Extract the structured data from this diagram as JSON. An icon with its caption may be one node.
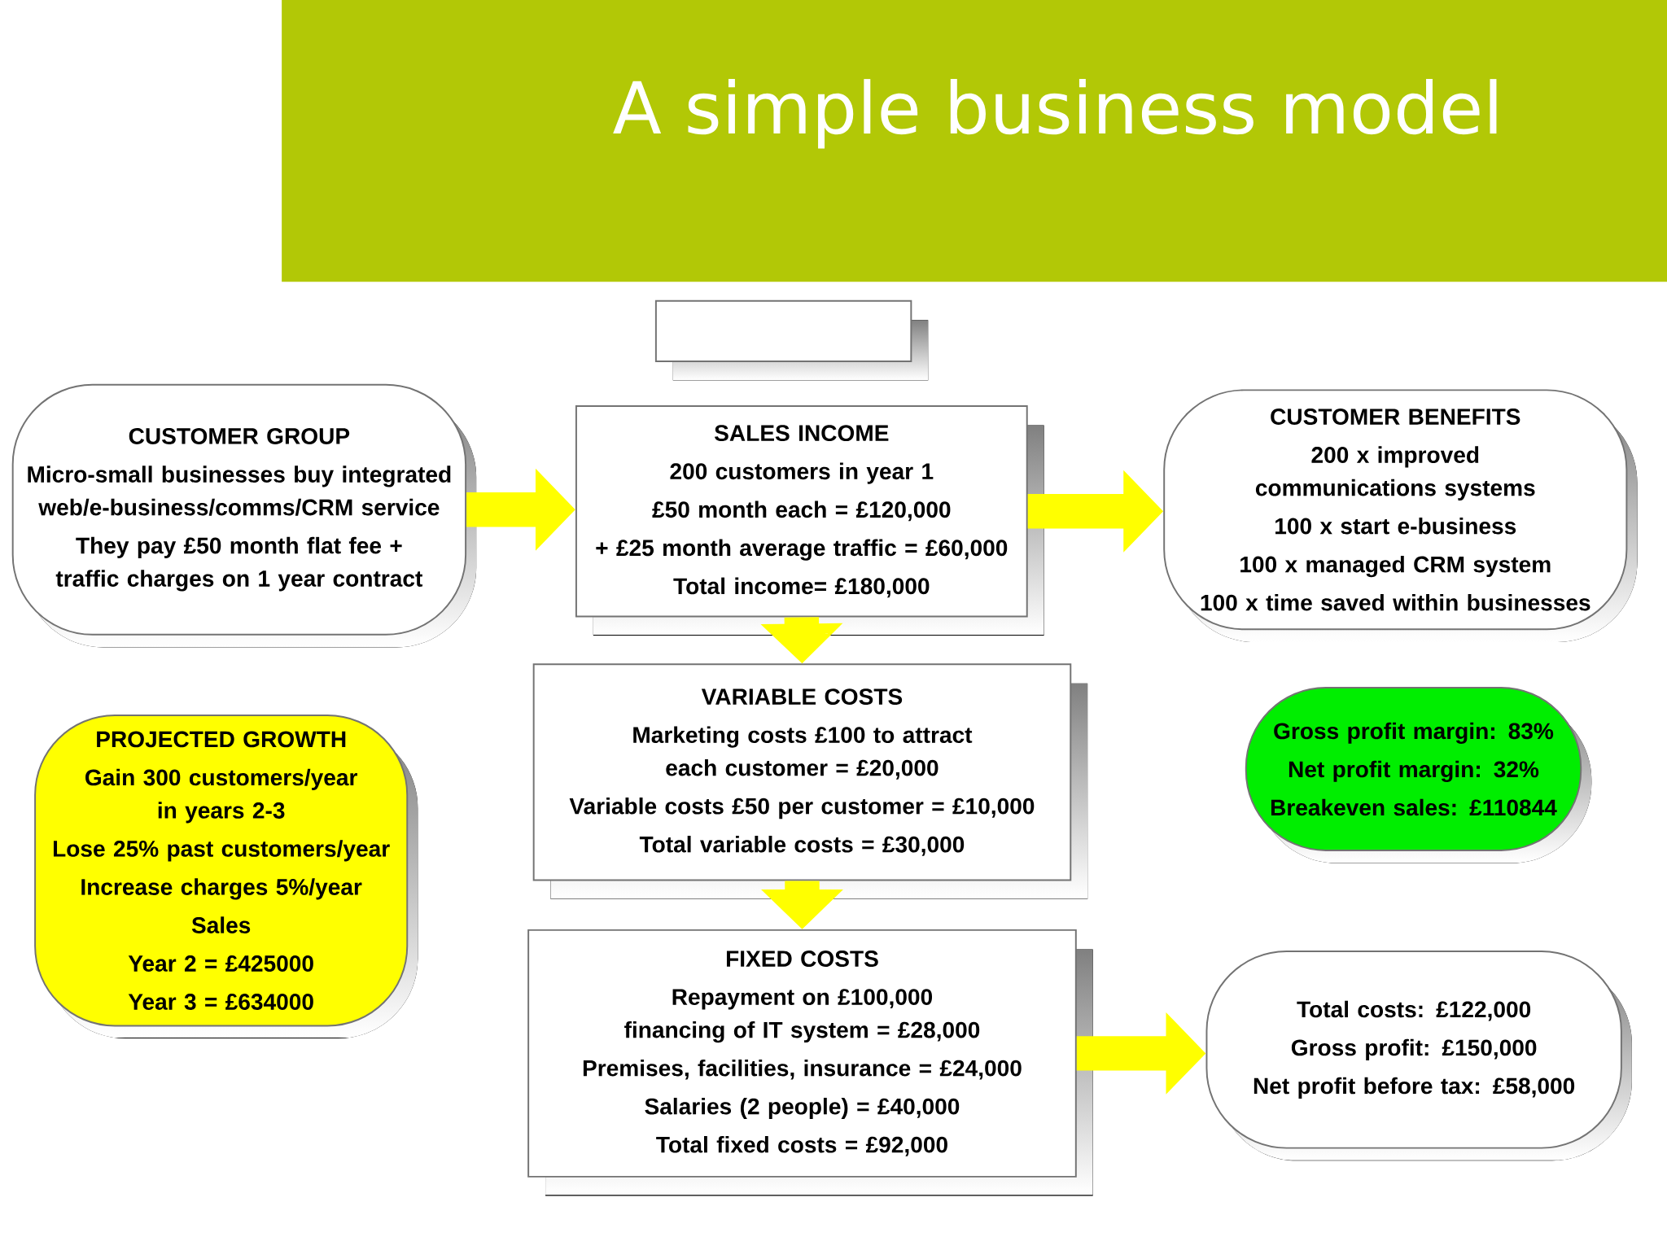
{
  "diagram": {
    "title": "A simple business model",
    "nodes": [
      {
        "text": [],
        "shape": "box"
      },
      {
        "text": [
          "CUSTOMER GROUP",
          "Micro-small businesses buy integrated web/e-business/comms/CRM service",
          "They pay £50 month flat fee + traffic charges on 1 year contract"
        ]
      },
      {
        "text": [
          "SALES INCOME",
          "200 customers in year 1",
          "£50 month each = £120,000",
          "+ £25 month average traffic = £60,000",
          "Total income= £180,000"
        ]
      },
      {
        "text": [
          "CUSTOMER BENEFITS",
          "200 x improved communications systems",
          "100 x start e-business",
          "100 x managed CRM system",
          "100 x time saved within businesses"
        ]
      },
      {
        "text": [
          "PROJECTED GROWTH",
          "Gain 300 customers/year in years 2-3",
          "Lose 25% past customers/year",
          "Increase charges 5%/year",
          "Sales",
          "Year 2 = £425000",
          "Year 3 = £634000"
        ]
      },
      {
        "text": [
          "VARIABLE COSTS",
          "Marketing costs £100 to attract each customer = £20,000",
          "Variable costs £50 per customer = £10,000",
          "Total variable costs = £30,000"
        ]
      },
      {
        "text": [
          "Gross profit margin: 83%",
          "Net profit margin: 32%",
          "Breakeven sales: £110844"
        ]
      },
      {
        "text": [
          "FIXED COSTS",
          "Repayment on £100,000 financing of IT system = £28,000",
          "Premises, facilities, insurance = £24,000",
          "Salaries (2 people) = £40,000",
          "Total fixed costs = £92,000"
        ]
      },
      {
        "text": [
          "Total costs: £122,000",
          "Gross profit: £150,000",
          "Net profit before tax: £58,000"
        ]
      }
    ],
    "edges": [
      {
        "from": 1,
        "to": 2,
        "arrow": "to"
      },
      {
        "from": 2,
        "to": 3,
        "arrow": "to"
      },
      {
        "from": 2,
        "to": 5,
        "arrow": "to"
      },
      {
        "from": 5,
        "to": 7,
        "arrow": "to"
      },
      {
        "from": 7,
        "to": 8,
        "arrow": "to"
      }
    ]
  }
}
